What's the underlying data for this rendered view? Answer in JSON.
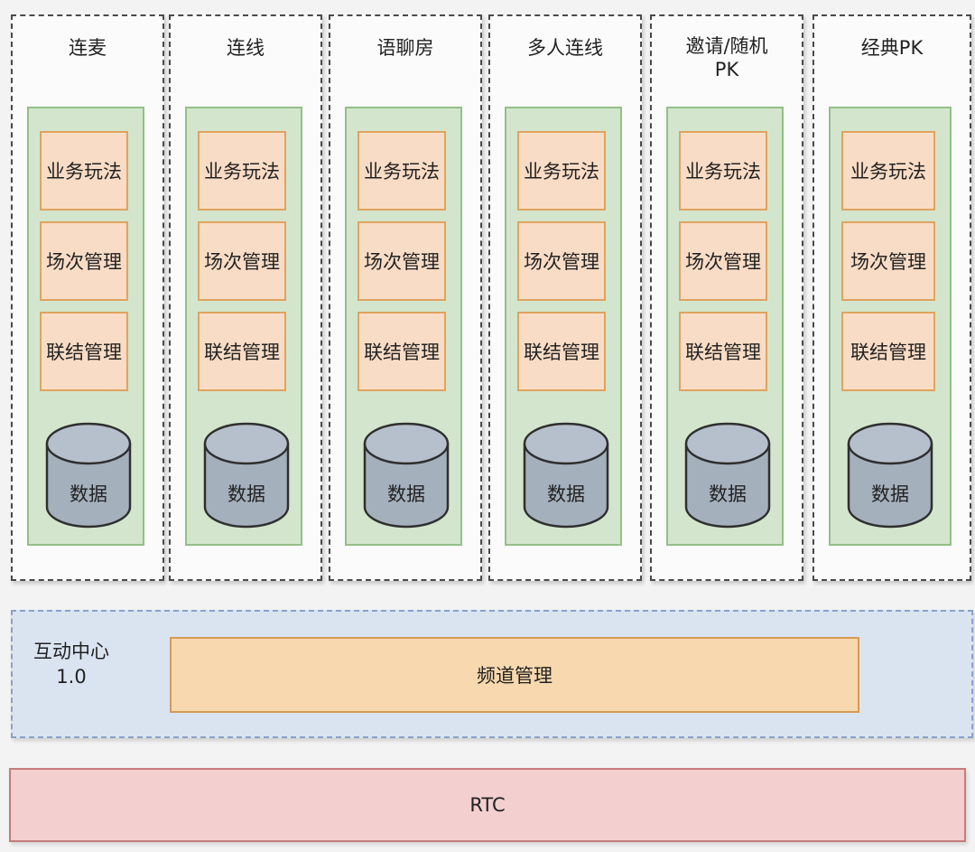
{
  "modules": [
    {
      "title": "连麦",
      "functions": [
        "业务玩法",
        "场次管理",
        "联结管理"
      ],
      "db": "数据"
    },
    {
      "title": "连线",
      "functions": [
        "业务玩法",
        "场次管理",
        "联结管理"
      ],
      "db": "数据"
    },
    {
      "title": "语聊房",
      "functions": [
        "业务玩法",
        "场次管理",
        "联结管理"
      ],
      "db": "数据"
    },
    {
      "title": "多人连线",
      "functions": [
        "业务玩法",
        "场次管理",
        "联结管理"
      ],
      "db": "数据"
    },
    {
      "title": "邀请/随机\nPK",
      "functions": [
        "业务玩法",
        "场次管理",
        "联结管理"
      ],
      "db": "数据"
    },
    {
      "title": "经典PK",
      "functions": [
        "业务玩法",
        "场次管理",
        "联结管理"
      ],
      "db": "数据"
    }
  ],
  "interaction_center": {
    "name_line1": "互动中心",
    "name_line2": "1.0",
    "channel": "频道管理"
  },
  "rtc": {
    "label": "RTC"
  }
}
